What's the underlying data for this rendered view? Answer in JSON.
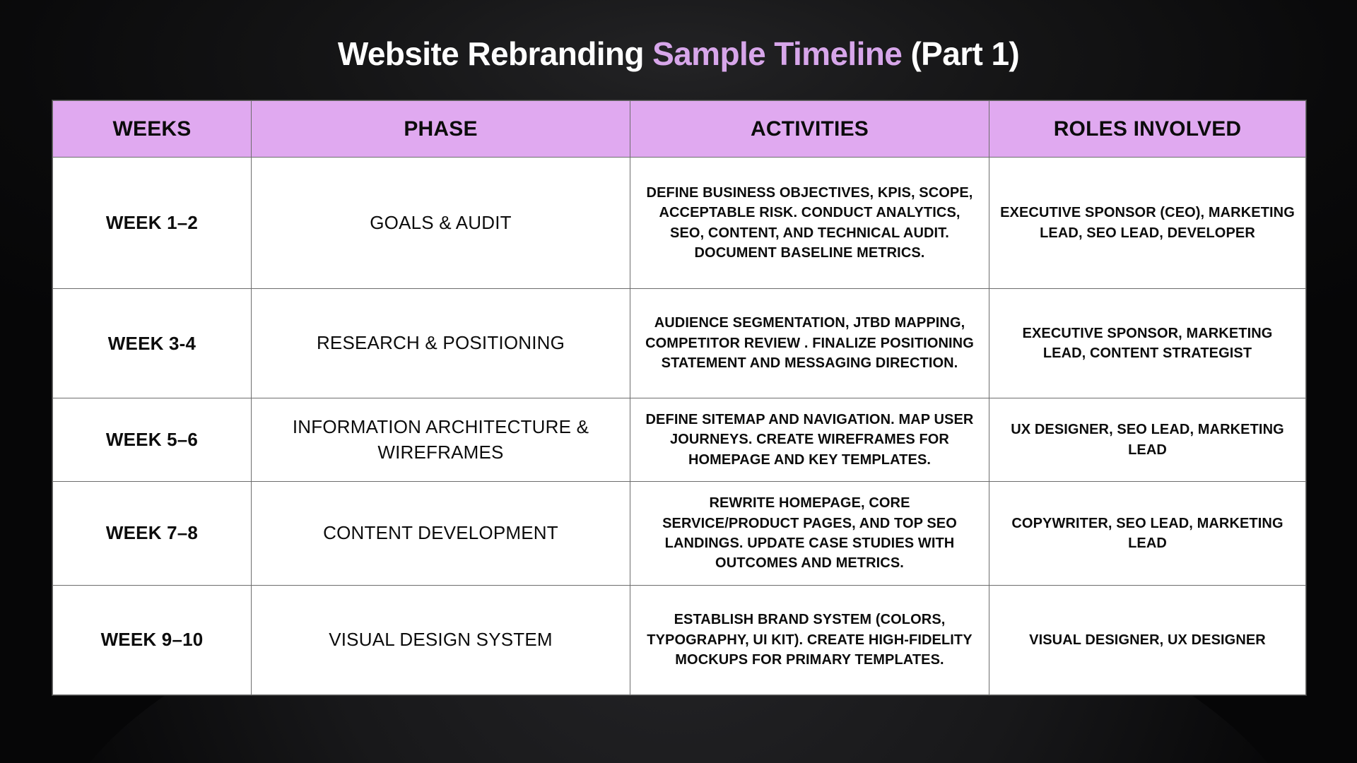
{
  "title": {
    "lead": "Website Rebranding ",
    "accent": "Sample Timeline",
    "tail": " (Part 1)",
    "accent_color": "#d7a6ea",
    "text_color": "#ffffff"
  },
  "theme": {
    "background": "#070707",
    "header_fill": "#e0a9f0",
    "cell_fill": "#ffffff",
    "border_color": "#6d6d6d",
    "text_color": "#0c0c0c"
  },
  "table": {
    "columns": [
      "WEEKS",
      "PHASE",
      "ACTIVITIES",
      "ROLES INVOLVED"
    ],
    "rows": [
      {
        "weeks": "WEEK 1–2",
        "phase": "GOALS & AUDIT",
        "activities": "DEFINE BUSINESS OBJECTIVES, KPIS, SCOPE, ACCEPTABLE RISK. CONDUCT ANALYTICS, SEO, CONTENT, AND TECHNICAL AUDIT. DOCUMENT BASELINE METRICS.",
        "roles": "EXECUTIVE SPONSOR (CEO), MARKETING LEAD, SEO LEAD, DEVELOPER"
      },
      {
        "weeks": "WEEK 3-4",
        "phase": "RESEARCH & POSITIONING",
        "activities": "AUDIENCE SEGMENTATION, JTBD MAPPING, COMPETITOR REVIEW . FINALIZE POSITIONING STATEMENT AND MESSAGING DIRECTION.",
        "roles": "EXECUTIVE SPONSOR, MARKETING LEAD, CONTENT STRATEGIST"
      },
      {
        "weeks": "WEEK 5–6",
        "phase": "INFORMATION ARCHITECTURE & WIREFRAMES",
        "activities": "DEFINE SITEMAP AND NAVIGATION. MAP USER JOURNEYS. CREATE WIREFRAMES FOR HOMEPAGE AND KEY TEMPLATES.",
        "roles": "UX DESIGNER, SEO LEAD, MARKETING LEAD"
      },
      {
        "weeks": "WEEK 7–8",
        "phase": "CONTENT DEVELOPMENT",
        "activities": "REWRITE HOMEPAGE, CORE SERVICE/PRODUCT PAGES, AND TOP SEO LANDINGS. UPDATE CASE STUDIES WITH OUTCOMES AND METRICS.",
        "roles": "COPYWRITER, SEO LEAD, MARKETING LEAD"
      },
      {
        "weeks": "WEEK 9–10",
        "phase": "VISUAL DESIGN SYSTEM",
        "activities": "ESTABLISH BRAND SYSTEM (COLORS, TYPOGRAPHY, UI KIT). CREATE HIGH-FIDELITY MOCKUPS FOR PRIMARY TEMPLATES.",
        "roles": "VISUAL DESIGNER, UX DESIGNER"
      }
    ]
  }
}
